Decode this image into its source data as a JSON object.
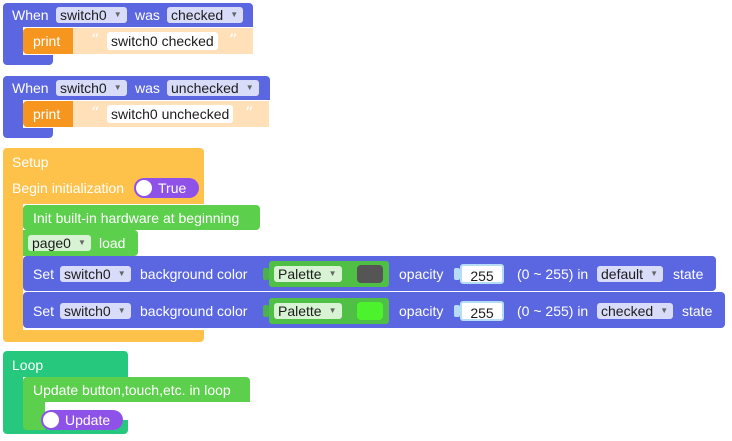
{
  "event_checked": {
    "when": "When",
    "switch": "switch0",
    "was": "was",
    "state": "checked",
    "print": "print",
    "message": "switch0 checked"
  },
  "event_unchecked": {
    "when": "When",
    "switch": "switch0",
    "was": "was",
    "state": "unchecked",
    "print": "print",
    "message": "switch0 unchecked"
  },
  "setup": {
    "title": "Setup",
    "begin": "Begin initialization",
    "toggle": "True",
    "init": "Init built-in hardware at beginning",
    "page": "page0",
    "load": "load",
    "row1": {
      "set": "Set",
      "target": "switch0",
      "property": "background color",
      "palette": "Palette",
      "color": "#555555",
      "opacity": "opacity",
      "opacity_value": "255",
      "range": "(0 ~ 255) in",
      "state": "default",
      "state_suffix": "state"
    },
    "row2": {
      "set": "Set",
      "target": "switch0",
      "property": "background color",
      "palette": "Palette",
      "color": "#4cf22c",
      "opacity": "opacity",
      "opacity_value": "255",
      "range": "(0 ~ 255) in",
      "state": "checked",
      "state_suffix": "state"
    }
  },
  "loop": {
    "title": "Loop",
    "update_label": "Update button,touch,etc. in loop",
    "toggle": "Update"
  },
  "colors": {
    "event": "#5b67e0",
    "print": "#f7961f",
    "setup": "#fec24a",
    "init": "#5ccf4c",
    "loop": "#26c87d",
    "toggle": "#8f52e8"
  }
}
